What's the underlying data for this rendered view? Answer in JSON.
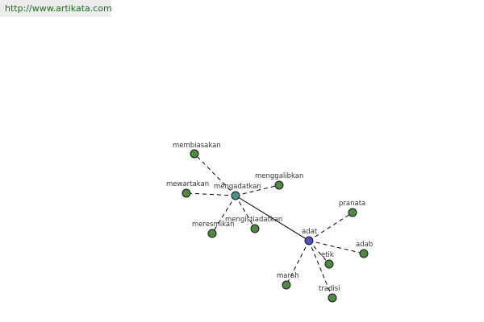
{
  "site": {
    "url_text": "http://www.artikata.com"
  },
  "graph": {
    "colors": {
      "hub": "#4b55b8",
      "secondary_hub": "#4a8f8f",
      "leaf": "#4f8a44",
      "edge": "#000000"
    },
    "nodes": [
      {
        "id": "adat",
        "label": "adat",
        "kind": "hub"
      },
      {
        "id": "mengadatkan",
        "label": "mengadatkan",
        "kind": "secondary_hub"
      },
      {
        "id": "membiasakan",
        "label": "membiasakan",
        "kind": "leaf"
      },
      {
        "id": "menggalibkan",
        "label": "menggalibkan",
        "kind": "leaf"
      },
      {
        "id": "mewartakan",
        "label": "mewartakan",
        "kind": "leaf"
      },
      {
        "id": "meresmikan",
        "label": "meresmikan",
        "kind": "leaf"
      },
      {
        "id": "mengistiadatkan",
        "label": "mengistiadatkan",
        "kind": "leaf"
      },
      {
        "id": "pranata",
        "label": "pranata",
        "kind": "leaf"
      },
      {
        "id": "adab",
        "label": "adab",
        "kind": "leaf"
      },
      {
        "id": "etik",
        "label": "etik",
        "kind": "leaf"
      },
      {
        "id": "marah",
        "label": "marah",
        "kind": "leaf"
      },
      {
        "id": "tradisi",
        "label": "tradisi",
        "kind": "leaf"
      }
    ],
    "edges": [
      {
        "from": "adat",
        "to": "mengadatkan",
        "style": "solid"
      },
      {
        "from": "mengadatkan",
        "to": "membiasakan",
        "style": "dashed"
      },
      {
        "from": "mengadatkan",
        "to": "menggalibkan",
        "style": "dashed"
      },
      {
        "from": "mengadatkan",
        "to": "mewartakan",
        "style": "dashed"
      },
      {
        "from": "mengadatkan",
        "to": "meresmikan",
        "style": "dashed"
      },
      {
        "from": "mengadatkan",
        "to": "mengistiadatkan",
        "style": "dashed"
      },
      {
        "from": "adat",
        "to": "pranata",
        "style": "dashed"
      },
      {
        "from": "adat",
        "to": "adab",
        "style": "dashed"
      },
      {
        "from": "adat",
        "to": "etik",
        "style": "dashed"
      },
      {
        "from": "adat",
        "to": "marah",
        "style": "dashed"
      },
      {
        "from": "adat",
        "to": "tradisi",
        "style": "dashed"
      }
    ]
  }
}
